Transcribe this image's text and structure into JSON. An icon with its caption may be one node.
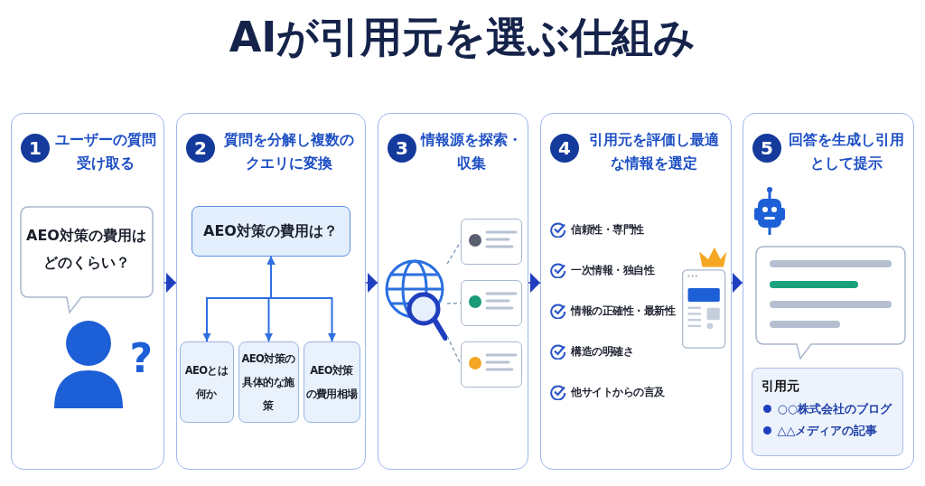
{
  "diagram": {
    "title": "AIが引用元を選ぶ仕組み",
    "nodes": [
      {
        "text": [
          "1",
          "ユーザーの質問受け取る"
        ]
      },
      {
        "text": [
          "AEO対策の費用はどのくらい？"
        ],
        "in": 0
      },
      {
        "text": [],
        "shape": "person",
        "in": 0,
        "beside": [
          "?"
        ]
      },
      {
        "text": [
          "2",
          "質問を分解し複数のクエリに変換"
        ]
      },
      {
        "text": [
          "AEO対策の費用は？"
        ],
        "in": 3
      },
      {
        "text": [
          "AEOとは何か"
        ],
        "in": 3
      },
      {
        "text": [
          "AEO対策の具体的な施策"
        ],
        "in": 3
      },
      {
        "text": [
          "AEO対策の費用相場"
        ],
        "in": 3
      },
      {
        "text": [
          "3",
          "情報源を探索・収集"
        ]
      },
      {
        "text": [],
        "shape": "globe",
        "in": 8
      },
      {
        "text": [],
        "shape": "box",
        "in": 8
      },
      {
        "text": [],
        "shape": "box",
        "in": 8
      },
      {
        "text": [],
        "shape": "box",
        "in": 8
      },
      {
        "text": [
          "4",
          "引用元を評価し最適な情報を選定",
          "信頼性・専門性",
          "一次情報・独自性",
          "情報の正確性・最新性",
          "構造の明確さ",
          "他サイトからの言及"
        ]
      },
      {
        "text": [
          "5",
          "回答を生成し引用として提示"
        ]
      },
      {
        "text": [
          "引用元",
          "○○株式会社のブログ",
          "△△メディアの記事"
        ],
        "in": 14
      }
    ],
    "edges": [
      {
        "from": 0,
        "to": 3,
        "arrow": "to"
      },
      {
        "from": 3,
        "to": 8,
        "arrow": "to"
      },
      {
        "from": 8,
        "to": 13,
        "arrow": "to"
      },
      {
        "from": 13,
        "to": 14,
        "arrow": "to"
      },
      {
        "from": 4,
        "to": 5,
        "arrow": "both"
      },
      {
        "from": 4,
        "to": 6,
        "arrow": "both"
      },
      {
        "from": 4,
        "to": 7,
        "arrow": "both"
      },
      {
        "from": 9,
        "to": 10,
        "arrow": "none",
        "style": "dashed",
        "color": "#8aa0c0"
      },
      {
        "from": 9,
        "to": 11,
        "arrow": "none",
        "style": "dashed",
        "color": "#8aa0c0"
      },
      {
        "from": 9,
        "to": 12,
        "arrow": "none",
        "style": "dashed",
        "color": "#8aa0c0"
      }
    ]
  }
}
